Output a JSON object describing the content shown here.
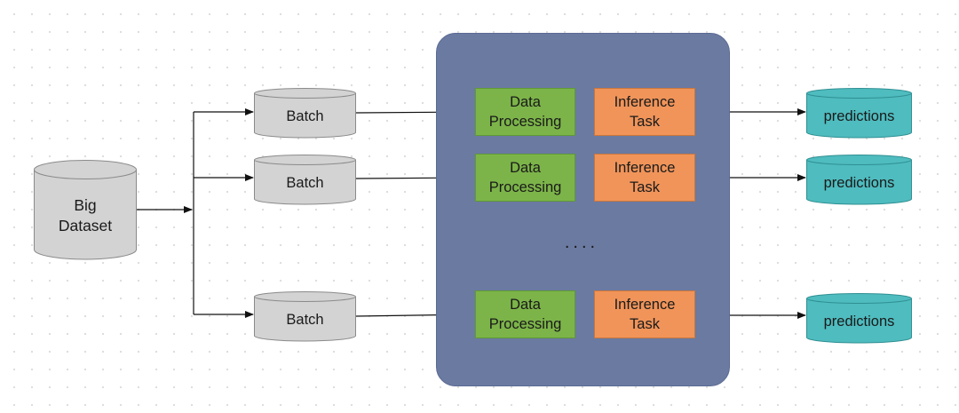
{
  "colors": {
    "cluster_fill": "#6b7aa1",
    "data_processing_fill": "#7cb449",
    "inference_fill": "#f0945a",
    "dataset_fill": "#d3d3d3",
    "batch_fill": "#d3d3d3",
    "prediction_fill": "#4fbcbf",
    "arrow_color": "#111111"
  },
  "source": {
    "label": "Big\nDataset"
  },
  "batches": [
    {
      "label": "Batch"
    },
    {
      "label": "Batch"
    },
    {
      "label": "Batch"
    }
  ],
  "pipelines": [
    {
      "processing": "Data\nProcessing",
      "inference": "Inference\nTask",
      "output": "predictions"
    },
    {
      "processing": "Data\nProcessing",
      "inference": "Inference\nTask",
      "output": "predictions"
    },
    {
      "processing": "Data\nProcessing",
      "inference": "Inference\nTask",
      "output": "predictions"
    }
  ],
  "ellipsis": "...."
}
